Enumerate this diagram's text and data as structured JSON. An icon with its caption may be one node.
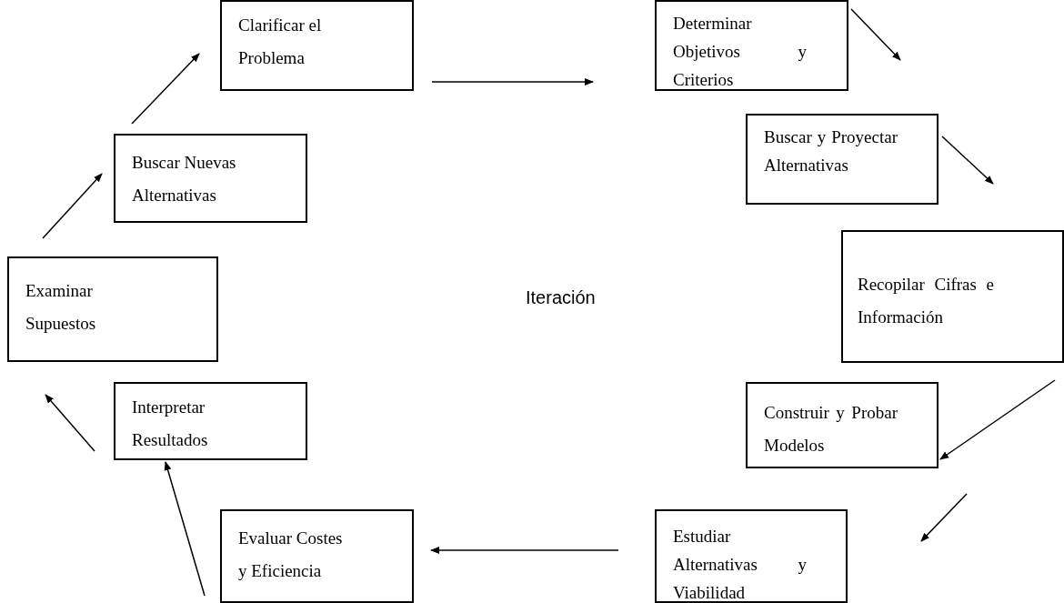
{
  "diagram": {
    "nodes": [
      {
        "text": [
          "Clarificar el Problema"
        ]
      },
      {
        "text": [
          "Determinar Objetivos y Criterios"
        ]
      },
      {
        "text": [
          "Buscar y Proyectar Alternativas"
        ]
      },
      {
        "text": [
          "Recopilar Cifras e Información"
        ]
      },
      {
        "text": [
          "Construir y Probar Modelos"
        ]
      },
      {
        "text": [
          "Estudiar Alternativas y Viabilidad"
        ]
      },
      {
        "text": [
          "Evaluar Costes y Eficiencia"
        ]
      },
      {
        "text": [
          "Interpretar Resultados"
        ]
      },
      {
        "text": [
          "Examinar Supuestos"
        ]
      },
      {
        "text": [
          "Buscar Nuevas Alternativas"
        ]
      }
    ],
    "edges": [
      {
        "from": 0,
        "to": 1,
        "arrow": "to"
      },
      {
        "from": 1,
        "to": 2,
        "arrow": "to"
      },
      {
        "from": 2,
        "to": 3,
        "arrow": "to"
      },
      {
        "from": 3,
        "to": 4,
        "arrow": "to"
      },
      {
        "from": 4,
        "to": 5,
        "arrow": "to"
      },
      {
        "from": 5,
        "to": 6,
        "arrow": "to"
      },
      {
        "from": 6,
        "to": 7,
        "arrow": "to"
      },
      {
        "from": 7,
        "to": 8,
        "arrow": "to"
      },
      {
        "from": 8,
        "to": 9,
        "arrow": "to"
      },
      {
        "from": 9,
        "to": 0,
        "arrow": "to"
      }
    ],
    "labels": [
      "Iteración"
    ]
  }
}
